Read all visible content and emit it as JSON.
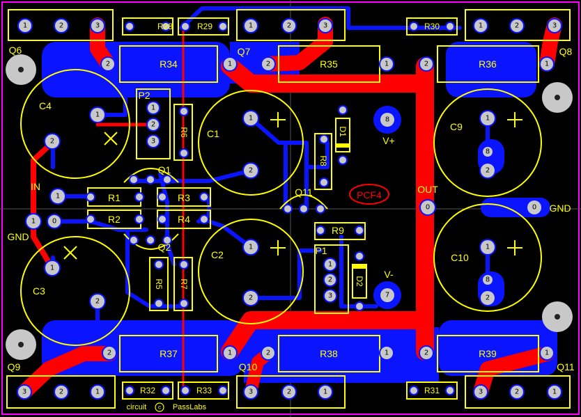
{
  "board": {
    "credit": "circuit",
    "credit_brand": "PassLabs",
    "logo_text": "PCF4"
  },
  "colors": {
    "background": "#000000",
    "top_copper": "#ff0000",
    "bottom_copper": "#0a14ff",
    "silkscreen": "#ffff00",
    "pad": "#c8c8c8",
    "board_edge": "#ff00ff"
  },
  "terminals": {
    "in": "IN",
    "gnd_left": "GND",
    "out": "OUT",
    "gnd_right": "GND",
    "vplus": "V+",
    "vminus": "V-"
  },
  "components": {
    "Q1": "Q1",
    "Q2": "Q2",
    "Q7": "Q7",
    "Q8": "Q8",
    "Q9": "Q9",
    "Q10": "Q10",
    "Q11": "Q11",
    "Q6": "Q6",
    "QT": "Q11",
    "C1": "C1",
    "C2": "C2",
    "C3": "C3",
    "C4": "C4",
    "C9": "C9",
    "C10": "C10",
    "R1": "R1",
    "R2": "R2",
    "R3": "R3",
    "R4": "R4",
    "R5": "R5",
    "R6": "R6",
    "R7": "R7",
    "R8": "R8",
    "R9": "R9",
    "R28": "R28",
    "R29": "R29",
    "R30": "R30",
    "R31": "R31",
    "R32": "R32",
    "R33": "R33",
    "R34": "R34",
    "R35": "R35",
    "R36": "R36",
    "R37": "R37",
    "R38": "R38",
    "R39": "R39",
    "P1": "P1",
    "P2": "P2",
    "D1": "D1",
    "D2": "D2"
  },
  "pins": {
    "p0": "0",
    "p1": "1",
    "p2": "2",
    "p3": "3",
    "p7": "7",
    "p8": "8"
  }
}
